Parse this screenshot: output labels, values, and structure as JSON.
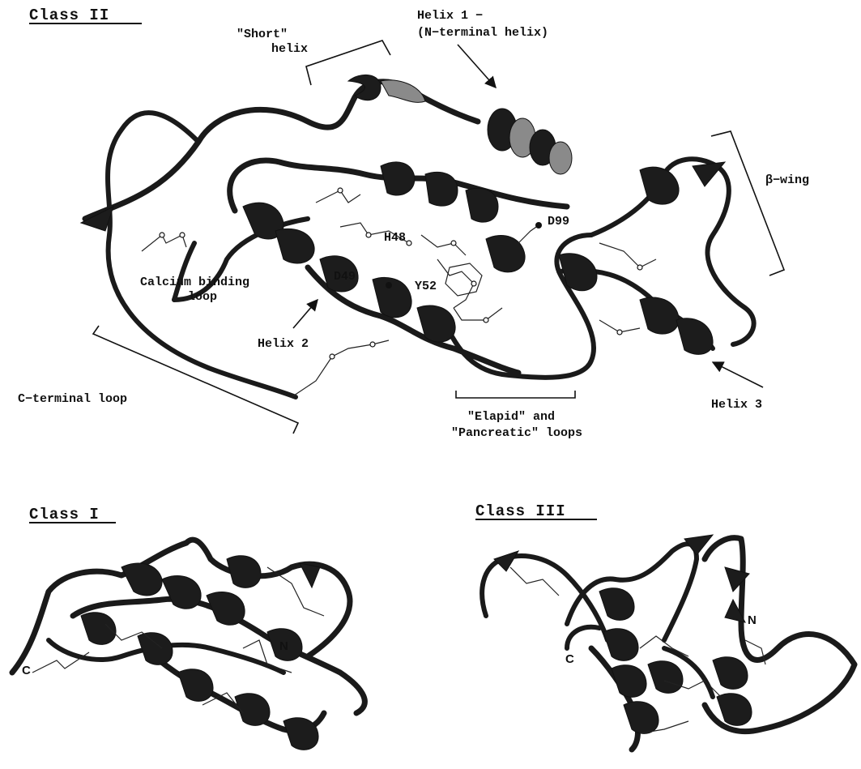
{
  "class2": {
    "title": "Class  II",
    "short_helix_line1": "\"Short\"",
    "short_helix_line2": "helix",
    "helix1_line1": "Helix 1 −",
    "helix1_line2": "(N−terminal helix)",
    "beta_wing": "β−wing",
    "d99": "D99",
    "h48": "H48",
    "d49": "D49",
    "y52": "Y52",
    "calcium_line1": "Calcium binding",
    "calcium_line2": "loop",
    "helix2": "Helix 2",
    "helix3": "Helix 3",
    "c_terminal_loop": "C−terminal loop",
    "elapid_line1": "\"Elapid\" and",
    "elapid_line2": "\"Pancreatic\" loops"
  },
  "class1": {
    "title": "Class  I",
    "n_terminus": "N",
    "c_terminus": "C"
  },
  "class3": {
    "title": "Class  III",
    "n_terminus": "N",
    "c_terminus": "C"
  }
}
